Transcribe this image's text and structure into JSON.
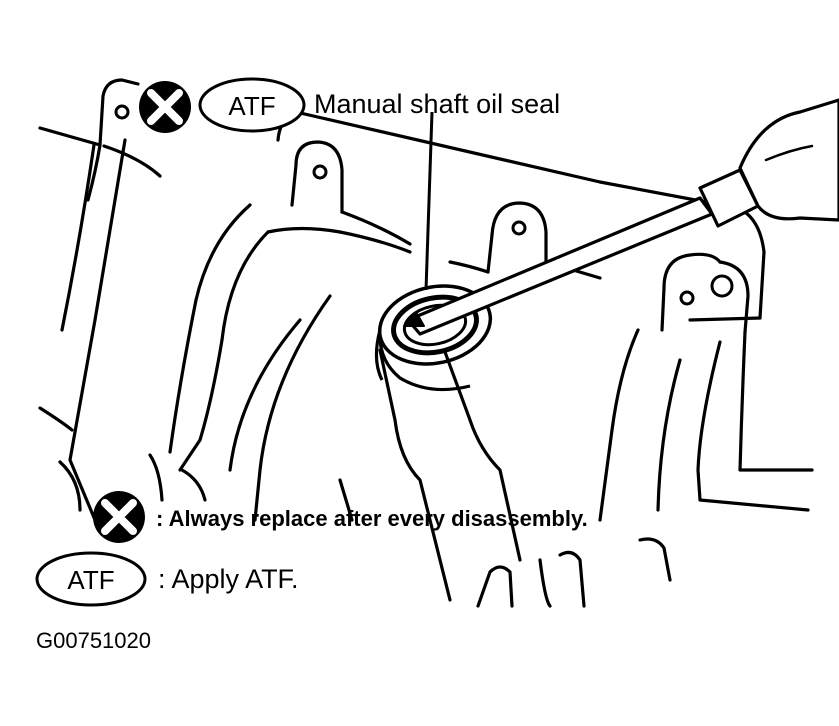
{
  "diagram": {
    "callout": {
      "atf_badge": "ATF",
      "label": "Manual shaft oil seal"
    },
    "legend": {
      "replace_text": ": Always replace after every disassembly.",
      "atf_badge": "ATF",
      "atf_text": ": Apply ATF."
    },
    "figure_code": "G00751020",
    "icons": {
      "replace_symbol": "x-circle-icon",
      "atf_symbol": "atf-oval-badge"
    },
    "colors": {
      "ink": "#000000",
      "paper": "#ffffff"
    }
  }
}
